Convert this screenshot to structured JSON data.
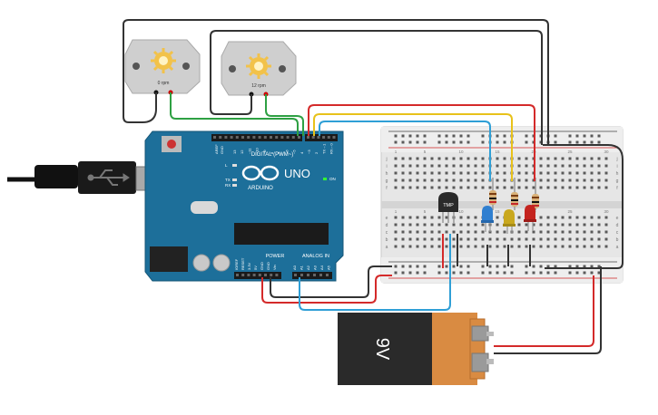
{
  "motors": [
    {
      "speed_label": "0 rpm"
    },
    {
      "speed_label": "12 rpm"
    }
  ],
  "arduino": {
    "brand": "ARDUINO",
    "model": "UNO",
    "digital_label": "DIGITAL (PWM~)",
    "power_label": "POWER",
    "analog_label": "ANALOG IN",
    "on_label": "ON",
    "tx_label": "TX",
    "rx_label": "RX",
    "l_label": "L",
    "aref_label": "AREF",
    "gnd_label": "GND",
    "digital_pins": [
      "13",
      "12",
      "~11",
      "~10",
      "~9",
      "8",
      "7",
      "~6",
      "~5",
      "4",
      "~3",
      "2",
      "TX→1",
      "RX←0"
    ],
    "power_pins": [
      "IOREF",
      "RESET",
      "3.3V",
      "5V",
      "GND",
      "GND",
      "Vin"
    ],
    "analog_pins": [
      "A0",
      "A1",
      "A2",
      "A3",
      "A4",
      "A5"
    ]
  },
  "sensor": {
    "label": "TMP"
  },
  "battery": {
    "label": "9V"
  },
  "breadboard": {
    "row_letters_top": [
      "j",
      "i",
      "h",
      "g",
      "f"
    ],
    "row_letters_bottom": [
      "e",
      "d",
      "c",
      "b",
      "a"
    ],
    "col_numbers": [
      "1",
      "5",
      "10",
      "15",
      "20",
      "25",
      "30"
    ]
  },
  "colors": {
    "arduino_board": "#1d6f9a",
    "wire_green": "#2ea043",
    "wire_red": "#d42a2a",
    "wire_yellow": "#e8c21a",
    "wire_blue": "#2f9fd6",
    "wire_black": "#333333",
    "led_blue": "#2f7fd0",
    "led_yellow": "#c9a81e",
    "led_red": "#c4241f",
    "battery_orange": "#d98b42",
    "battery_black": "#2a2a2a"
  }
}
